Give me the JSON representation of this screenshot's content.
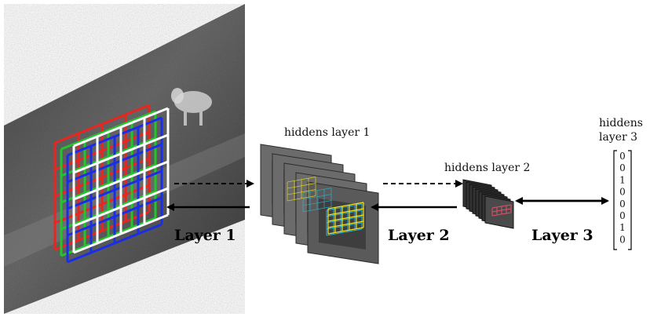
{
  "labels": {
    "hidden1": "hiddens layer 1",
    "hidden2": "hiddens layer 2",
    "hidden3_line1": "hiddens",
    "hidden3_line2": "layer 3",
    "layer1": "Layer 1",
    "layer2": "Layer 2",
    "layer3": "Layer 3"
  },
  "output_vector": [
    "0",
    "0",
    "1",
    "0",
    "0",
    "0",
    "1",
    "0"
  ],
  "colors": {
    "filter_red": "#e8261f",
    "filter_green": "#21c62a",
    "filter_blue": "#1a2ee8",
    "filter_white": "#ffffff",
    "feature_yellow": "#f2e21c",
    "feature_cyan": "#2ab7d9",
    "feature_pink": "#e0506a",
    "arrow": "#000000"
  }
}
